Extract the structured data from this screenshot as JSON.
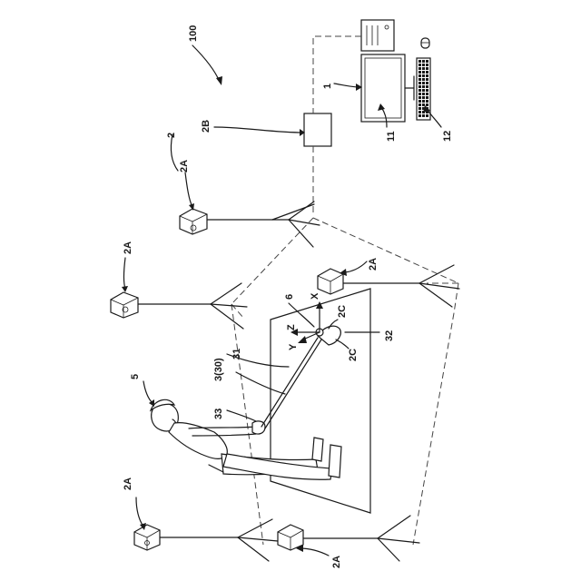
{
  "labels": {
    "system": "100",
    "computer": "1",
    "display": "11",
    "keyboard": "12",
    "sensor_unit": "2",
    "controller": "2B",
    "camera": "2A",
    "golf_club": "3(30)",
    "shaft": "31",
    "head": "32",
    "grip": "33",
    "golfer": "5",
    "ball": "6",
    "marker": "2C",
    "axis_x": "X",
    "axis_y": "Y",
    "axis_z": "Z"
  }
}
